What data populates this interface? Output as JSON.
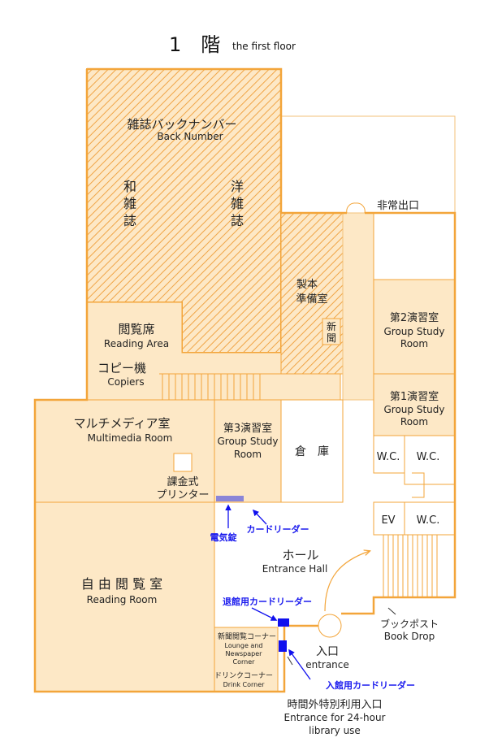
{
  "title": {
    "ja": "1　階",
    "en": "the first floor"
  },
  "colors": {
    "fill": "#fde8c6",
    "wall": "#f3a53a",
    "hatch": "#f0a445",
    "label_blue": "#1a1aee",
    "marker_blue": "#1010ee",
    "slot_purple": "#8a85d8"
  },
  "rooms": {
    "magazines": {
      "ja": "雑誌バックナンバー",
      "en": "Back Number"
    },
    "japanese_magazines": {
      "c1": "和",
      "c2": "雑",
      "c3": "誌"
    },
    "foreign_magazines": {
      "c1": "洋",
      "c2": "雑",
      "c3": "誌"
    },
    "bookbinding": {
      "l1": "製本",
      "l2": "準備室"
    },
    "newspapers": {
      "c1": "新",
      "c2": "聞"
    },
    "emergency_exit": "非常出口",
    "reading_area": {
      "ja": "閲覧席",
      "en": "Reading Area"
    },
    "copiers": {
      "ja": "コピー機",
      "en": "Copiers"
    },
    "group_study_2": {
      "ja": "第2演習室",
      "en1": "Group Study",
      "en2": "Room"
    },
    "group_study_1": {
      "ja": "第1演習室",
      "en1": "Group Study",
      "en2": "Room"
    },
    "multimedia": {
      "ja": "マルチメディア室",
      "en": "Multimedia Room"
    },
    "group_study_3": {
      "ja": "第3演習室",
      "en1": "Group Study",
      "en2": "Room"
    },
    "storage": "倉　庫",
    "wc": "W.C.",
    "ev": "EV",
    "printer": {
      "l1": "課金式",
      "l2": "プリンター"
    },
    "hall": {
      "ja": "ホール",
      "en": "Entrance Hall"
    },
    "reading_room": {
      "ja": "自 由 閲 覧 室",
      "en": "Reading Room"
    },
    "lounge": {
      "ja": "新聞閲覧コーナー",
      "en1": "Lounge and",
      "en2": "Newspaper",
      "en3": "Corner"
    },
    "drink": {
      "ja": "ドリンクコーナー",
      "en": "Drink Corner"
    },
    "book_drop": {
      "ja": "ブックポスト",
      "en": "Book Drop"
    },
    "entrance": {
      "ja": "入口",
      "en": "entrance"
    },
    "entrance_24h": {
      "ja": "時間外特別利用入口",
      "en1": "Entrance for 24-hour",
      "en2": "library use"
    }
  },
  "labels": {
    "card_reader": "カードリーダー",
    "electric_lock": "電気錠",
    "exit_card_reader": "退館用カードリーダー",
    "entry_card_reader": "入館用カードリーダー"
  }
}
